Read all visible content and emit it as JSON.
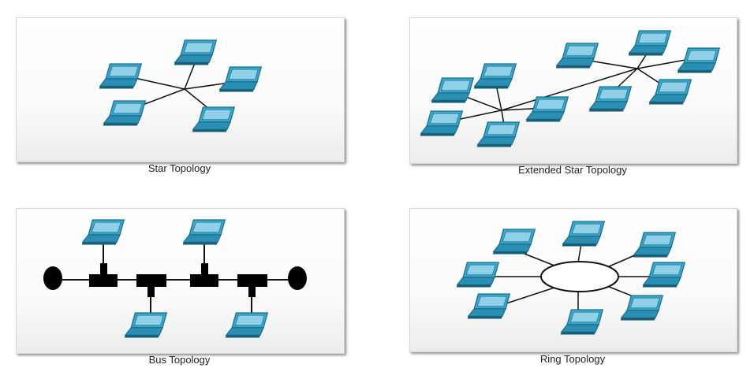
{
  "figure": {
    "panels": [
      {
        "caption": "Star Topology"
      },
      {
        "caption": "Extended Star Topology"
      },
      {
        "caption": "Bus Topology"
      },
      {
        "caption": "Ring Topology"
      }
    ]
  },
  "colors": {
    "laptop_fill": "#39a7cc",
    "laptop_edge": "#1b6f8e",
    "line": "#111111",
    "connector": "#000000"
  },
  "icons": [
    "laptop-icon",
    "terminator-icon",
    "t-connector-icon",
    "ring-icon"
  ]
}
